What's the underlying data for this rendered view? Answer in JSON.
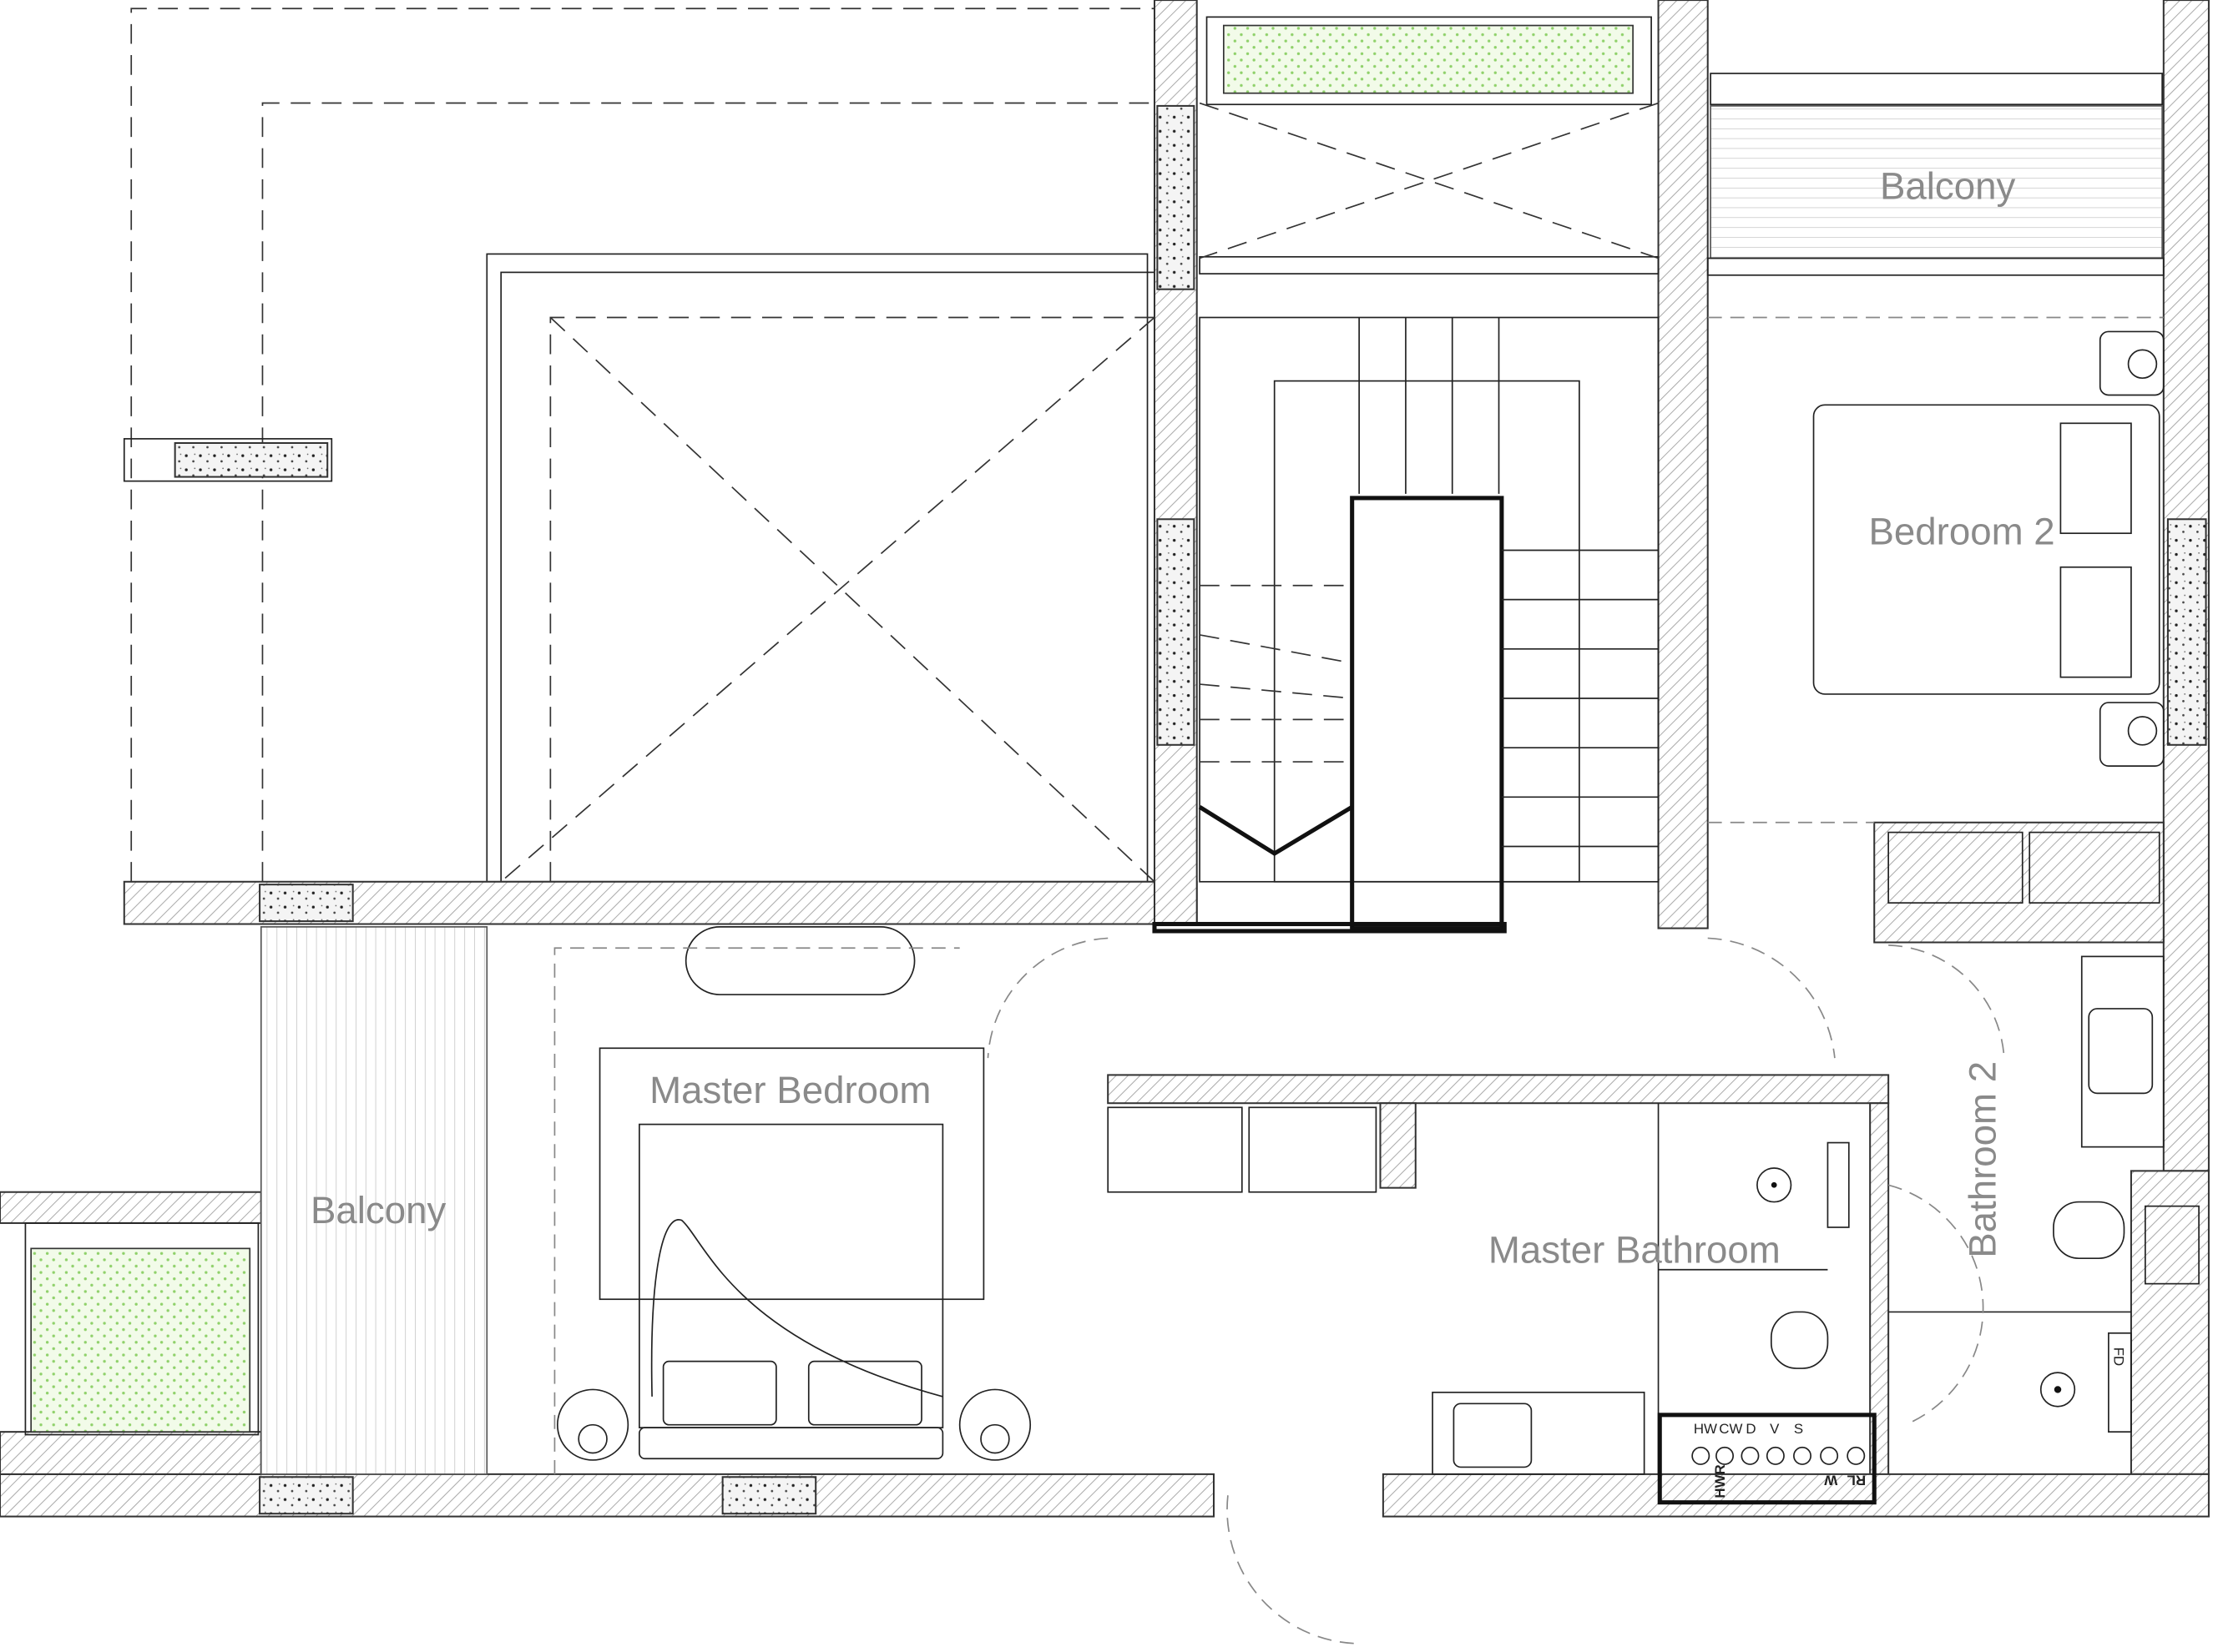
{
  "plan": {
    "rooms": {
      "balcony_top": "Balcony",
      "bedroom_2": "Bedroom 2",
      "master_bedroom": "Master Bedroom",
      "balcony_left": "Balcony",
      "master_bathroom": "Master Bathroom",
      "bathroom_2": "Bathroom 2"
    },
    "utility_labels": {
      "hw": "HW",
      "cw": "CW",
      "d": "D",
      "v": "V",
      "s": "S",
      "hwr": "HWR",
      "w": "W",
      "rl": "RL",
      "fd": "FD"
    },
    "colors": {
      "room_label": "#8a8a8a",
      "planter": "#8fd16a",
      "wall_line": "#333333"
    }
  }
}
